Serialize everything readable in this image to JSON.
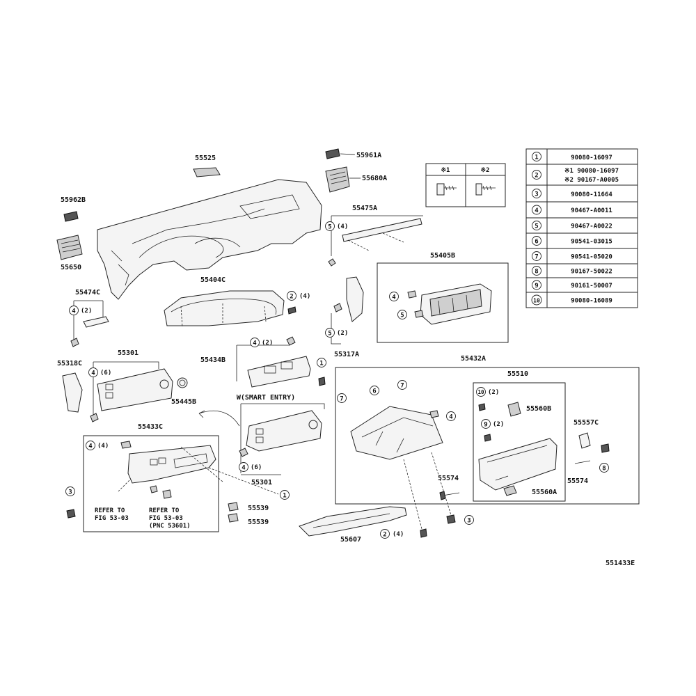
{
  "parts": {
    "p55525": "55525",
    "p55961A": "55961A",
    "p55680A": "55680A",
    "p55962B": "55962B",
    "p55650": "55650",
    "p55475A": "55475A",
    "p55474C": "55474C",
    "p55404C": "55404C",
    "p55405B": "55405B",
    "p55317A": "55317A",
    "p55318C": "55318C",
    "p55301a": "55301",
    "p55445B": "55445B",
    "p55434B": "55434B",
    "p55432A": "55432A",
    "p55510": "55510",
    "p55560B": "55560B",
    "p55557C": "55557C",
    "p55574a": "55574",
    "p55574b": "55574",
    "p55560A": "55560A",
    "p55433C": "55433C",
    "p55301b": "55301",
    "p55539a": "55539",
    "p55539b": "55539",
    "p55607": "55607"
  },
  "callouts": {
    "c_2_4_top": "(4)",
    "c_5_4": "(4)",
    "c_4_2_474": "(2)",
    "c_5_2_317": "(2)",
    "c_4_2_434": "(2)",
    "c_4_6_301": "(6)",
    "c_4_4_433": "(4)",
    "c_4_6_smart": "(6)",
    "c_10_2": "(2)",
    "c_9_2": "(2)",
    "c_2_4_bottom": "(4)"
  },
  "smart_entry": "W(SMART ENTRY)",
  "refer1": [
    "REFER TO",
    "FIG 53-03"
  ],
  "refer2": [
    "REFER TO",
    "FIG 53-03",
    "(PNC 53601)"
  ],
  "figure_code": "551433E",
  "screw_header": [
    "※1",
    "※2"
  ],
  "fastener_table": [
    {
      "num": "1",
      "part": "90080-16097"
    },
    {
      "num": "2",
      "part": "※1 90080-16097",
      "part2": "※2 90167-A0005"
    },
    {
      "num": "3",
      "part": "90080-11664"
    },
    {
      "num": "4",
      "part": "90467-A0011"
    },
    {
      "num": "5",
      "part": "90467-A0022"
    },
    {
      "num": "6",
      "part": "90541-03015"
    },
    {
      "num": "7",
      "part": "90541-05020"
    },
    {
      "num": "8",
      "part": "90167-50022"
    },
    {
      "num": "9",
      "part": "90161-50007"
    },
    {
      "num": "10",
      "part": "90080-16089"
    }
  ]
}
